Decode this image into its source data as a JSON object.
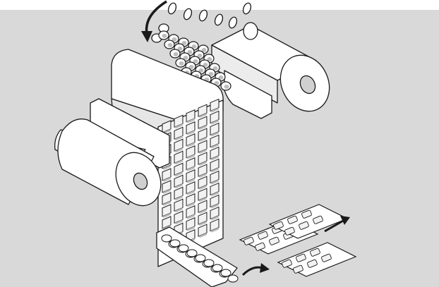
{
  "figure": {
    "kind": "blister-packaging-illustration",
    "has_text": false,
    "colors": {
      "background_band": "#d9d9d9",
      "top_strip": "#ffffff",
      "outline": "#1a1a1a",
      "roll_face": "#ffffff",
      "roll_shadow": "#c8c8c8",
      "blister_cell": "#f2f2f2",
      "blister_cell_shadow": "#bdbdbd",
      "arrow": "#1a1a1a"
    },
    "parts": {
      "left_roll": "foil-roll",
      "right_roll": "film-roll",
      "web": "blister-web",
      "pills": "falling-tablets",
      "cards": "finished-blister-cards",
      "scrap": "cut-scrap"
    },
    "icons": [
      "feed-arrow-icon",
      "output-arrow-icon",
      "transfer-arrow-icon"
    ]
  }
}
